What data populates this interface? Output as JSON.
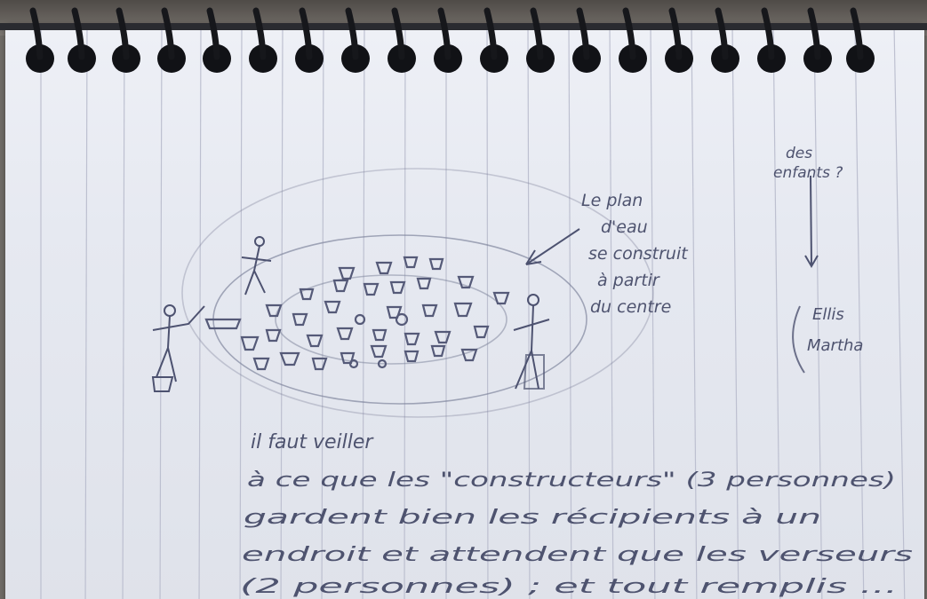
{
  "scene": {
    "subject": "spiral notebook page with pencil sketch and handwritten French notes",
    "colors": {
      "paper": "#e9ebf2",
      "ruling": "#b9bccd",
      "pencil": "#5a5f78",
      "binding": "#15161a"
    }
  },
  "notes": {
    "corner_note": [
      "des",
      "enfants ?"
    ],
    "arrow_note": [
      "Le plan",
      "d'eau",
      "se construit",
      "à partir",
      "du centre"
    ],
    "side_note": [
      "Ellis",
      "Martha"
    ],
    "main_text": [
      "il faut veiller",
      "à ce que les \"constructeurs\" (3 personnes)",
      "gardent bien les récipients à un",
      "endroit et attendent que les verseurs",
      "(2 personnes) ; et tout remplis ..."
    ]
  }
}
